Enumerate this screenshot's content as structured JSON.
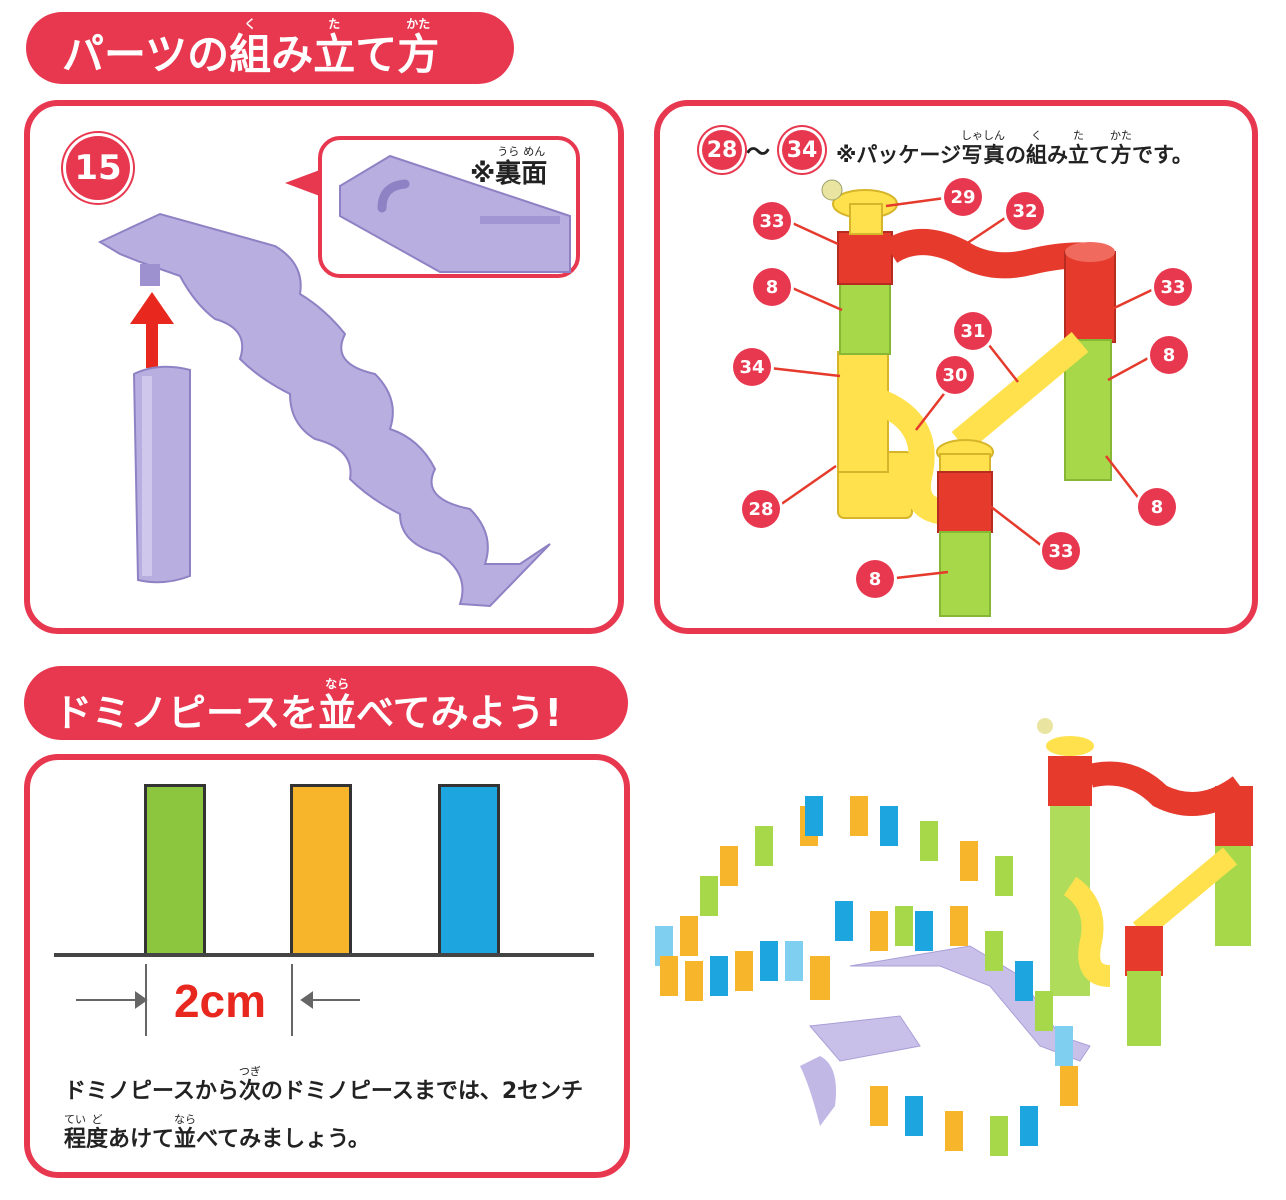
{
  "colors": {
    "accent": "#e8384f",
    "lavender": "#b9aee0",
    "green": "#8cc63f",
    "orange": "#f7b52b",
    "blue": "#1da5e0",
    "red": "#e53a2c",
    "yellow": "#ffe14d"
  },
  "section1": {
    "title_segments": [
      {
        "t": "パーツの",
        "r": ""
      },
      {
        "t": "組",
        "r": "く"
      },
      {
        "t": "み",
        "r": ""
      },
      {
        "t": "立",
        "r": "た"
      },
      {
        "t": "て",
        "r": ""
      },
      {
        "t": "方",
        "r": "かた"
      }
    ]
  },
  "step15": {
    "badge": "15",
    "back_note_segments": [
      {
        "t": "※",
        "r": ""
      },
      {
        "t": "裏",
        "r": "うら"
      },
      {
        "t": "面",
        "r": "めん"
      }
    ]
  },
  "step28": {
    "badge_from": "28",
    "range_sep": "〜",
    "badge_to": "34",
    "note_segments": [
      {
        "t": "※パッケージ",
        "r": ""
      },
      {
        "t": "写",
        "r": "しゃ"
      },
      {
        "t": "真",
        "r": "しん"
      },
      {
        "t": "の",
        "r": ""
      },
      {
        "t": "組",
        "r": "く"
      },
      {
        "t": "み",
        "r": ""
      },
      {
        "t": "立",
        "r": "た"
      },
      {
        "t": "て",
        "r": ""
      },
      {
        "t": "方",
        "r": "かた"
      },
      {
        "t": "です。",
        "r": ""
      }
    ],
    "labels": [
      "33",
      "8",
      "34",
      "28",
      "29",
      "32",
      "33",
      "8",
      "31",
      "30",
      "8",
      "33",
      "8"
    ]
  },
  "section2": {
    "title_segments": [
      {
        "t": "ドミノピースを",
        "r": ""
      },
      {
        "t": "並",
        "r": "なら"
      },
      {
        "t": "べてみよう!",
        "r": ""
      }
    ]
  },
  "domino": {
    "spacing": "2cm",
    "text_line1_segments": [
      {
        "t": "ドミノピースから",
        "r": ""
      },
      {
        "t": "次",
        "r": "つぎ"
      },
      {
        "t": "のドミノピースまでは、2センチ",
        "r": ""
      }
    ],
    "text_line2_segments": [
      {
        "t": "程",
        "r": "てい"
      },
      {
        "t": "度",
        "r": "ど"
      },
      {
        "t": "あけて",
        "r": ""
      },
      {
        "t": "並",
        "r": "なら"
      },
      {
        "t": "べてみましょう。",
        "r": ""
      }
    ]
  }
}
